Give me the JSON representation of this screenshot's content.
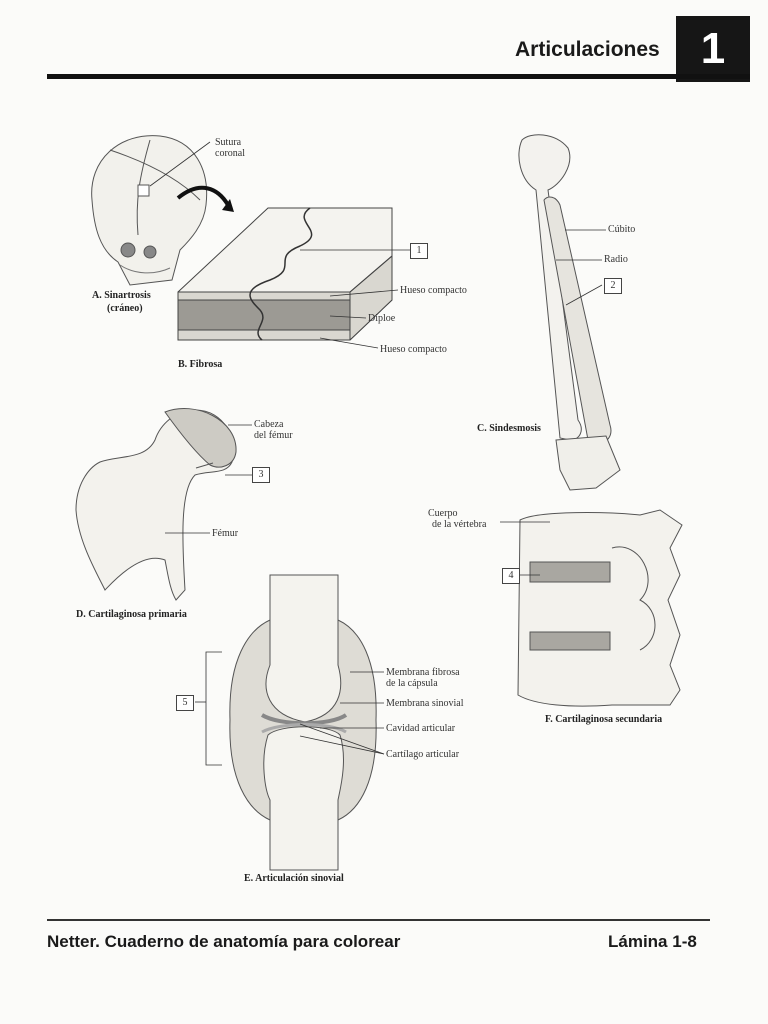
{
  "header": {
    "title": "Articulaciones",
    "chapter": "1"
  },
  "footer": {
    "book": "Netter. Cuaderno de anatomía para colorear",
    "plate": "Lámina 1-8"
  },
  "panelA": {
    "caption_line1": "A. Sinartrosis",
    "caption_line2": "(cráneo)",
    "label_line1": "Sutura",
    "label_line2": "coronal"
  },
  "panelB": {
    "caption": "B. Fibrosa",
    "labels": [
      "Hueso compacto",
      "Diploe",
      "Hueso compacto"
    ],
    "number": "1"
  },
  "panelC": {
    "caption": "C. Sindesmosis",
    "labels": [
      "Cúbito",
      "Radio"
    ],
    "number": "2"
  },
  "panelD": {
    "caption": "D. Cartilaginosa primaria",
    "label_head_line1": "Cabeza",
    "label_head_line2": "del fémur",
    "label_femur": "Fémur",
    "number": "3"
  },
  "panelE": {
    "caption": "E. Articulación sinovial",
    "label_capsule_line1": "Membrana fibrosa",
    "label_capsule_line2": "de la cápsula",
    "labels": [
      "Membrana sinovial",
      "Cavidad articular",
      "Cartílago articular"
    ],
    "number": "5"
  },
  "panelF": {
    "caption": "F. Cartilaginosa secundaria",
    "label_body_line1": "Cuerpo",
    "label_body_line2": "de la vértebra",
    "number": "4"
  }
}
